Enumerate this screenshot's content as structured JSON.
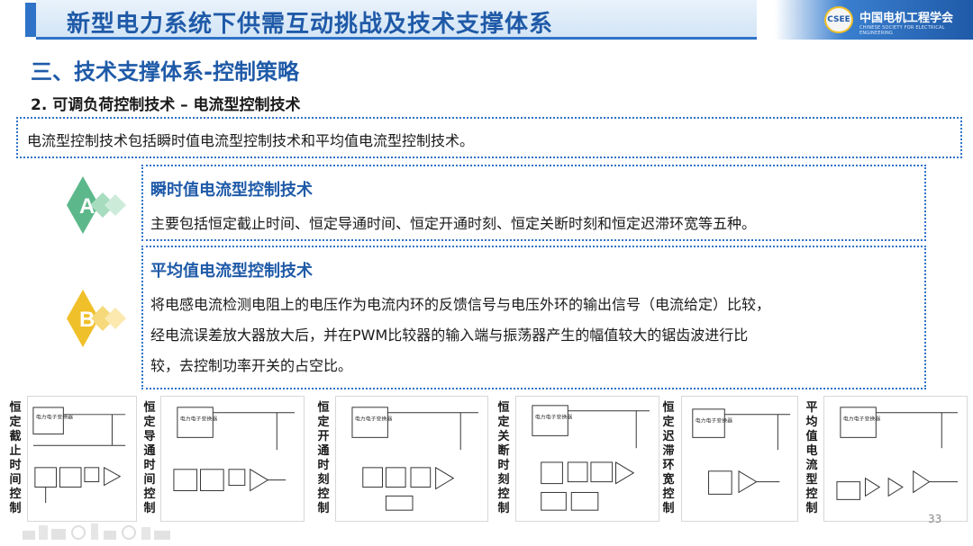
{
  "header": {
    "title": "新型电力系统下供需互动挑战及技术支撑体系",
    "logo_abbr": "CSEE",
    "logo_cn": "中国电机工程学会",
    "logo_en": "CHINESE SOCIETY FOR ELECTRICAL ENGINEERING"
  },
  "section_title": "三、技术支撑体系-控制策略",
  "subsection_title": "2. 可调负荷控制技术 – 电流型控制技术",
  "intro": "电流型控制技术包括瞬时值电流型控制技术和平均值电流型控制技术。",
  "items": [
    {
      "badge": "A",
      "title": "瞬时值电流型控制技术",
      "lines": [
        "主要包括恒定截止时间、恒定导通时间、恒定开通时刻、恒定关断时刻和恒定迟滞环宽等五种。"
      ]
    },
    {
      "badge": "B",
      "title": "平均值电流型控制技术",
      "lines": [
        "将电感电流检测电阻上的电压作为电流内环的反馈信号与电压外环的输出信号（电流给定）比较，",
        "经电流误差放大器放大后，并在PWM比较器的输入端与振荡器产生的幅值较大的锯齿波进行比",
        "较，去控制功率开关的占空比。"
      ]
    }
  ],
  "diagram_labels": [
    "恒定截止时间控制",
    "恒定导通时间控制",
    "恒定开通时刻控制",
    "恒定关断时刻控制",
    "恒定迟滞环宽控制",
    "平均值电流型控制"
  ],
  "diagram_text": [
    "电力电子变换器",
    "电力电子变换器",
    "电力电子变换器",
    "电力电子变换器",
    "电力电子变换器",
    "电力电子变换器"
  ],
  "page_number": "33",
  "colors": {
    "primary": "#1f5aa8",
    "accent_green": "#5cb88a",
    "accent_yellow": "#f0c02a"
  }
}
